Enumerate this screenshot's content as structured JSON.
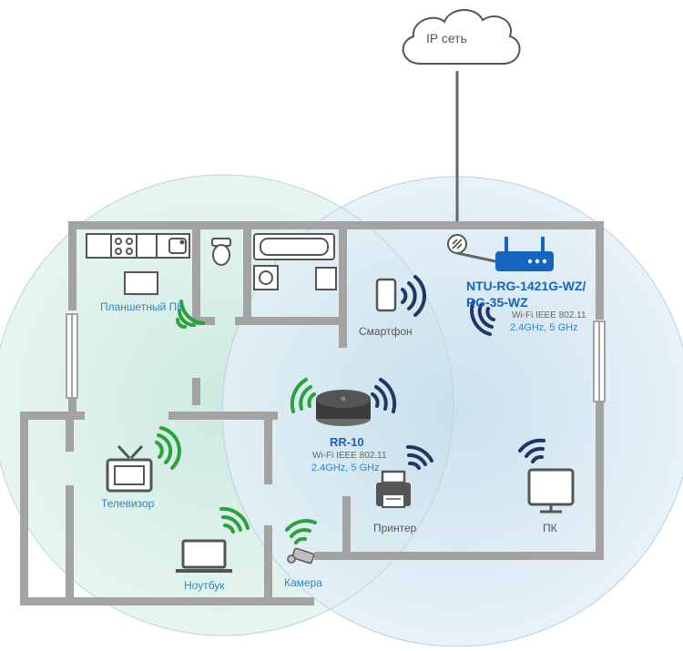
{
  "colors": {
    "wall": "#a3a3a3",
    "coverage_green": "#d8efe6",
    "coverage_blue": "#d6e8f2",
    "signal_green": "#2aa23a",
    "signal_navy": "#1f3766",
    "brand_blue": "#1565c0",
    "label_blue": "#2f86c4",
    "device_grey": "#555555"
  },
  "network": {
    "cloud_label": "IP сеть"
  },
  "router": {
    "name_line1": "NTU-RG-1421G-WZ/",
    "name_line2": "RG-35-WZ",
    "standard": "Wi-Fi IEEE 802.11",
    "bands": "2.4GHz, 5 GHz"
  },
  "repeater": {
    "name": "RR-10",
    "standard": "Wi-Fi IEEE 802.11",
    "bands": "2.4GHz, 5 GHz"
  },
  "devices": {
    "tablet_pc": "Планшетный ПК",
    "smartphone": "Смартфон",
    "tv": "Телевизор",
    "laptop": "Ноутбук",
    "camera": "Камера",
    "printer": "Принтер",
    "pc": "ПК"
  },
  "icons": [
    "cloud-icon",
    "router-icon",
    "repeater-icon",
    "smartphone-icon",
    "tv-icon",
    "laptop-icon",
    "camera-icon",
    "printer-icon",
    "monitor-icon",
    "wifi-signal-icon",
    "stove-icon",
    "sink-icon",
    "toilet-icon",
    "bathtub-icon",
    "table-icon",
    "radiator-icon"
  ]
}
